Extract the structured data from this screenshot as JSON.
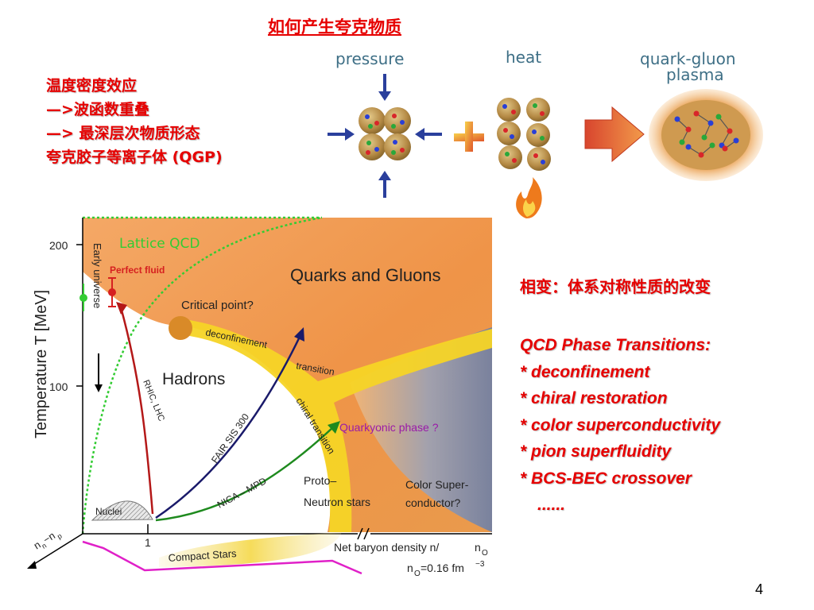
{
  "slide": {
    "title": "如何产生夸克物质",
    "page_number": "4"
  },
  "left_notes": [
    "温度密度效应",
    "—>波函数重叠",
    "—> 最深层次物质形态",
    "夸克胶子等离子体 (QGP)"
  ],
  "qgp_illustration": {
    "pressure_label": "pressure",
    "heat_label": "heat",
    "qgp_label_line1": "quark-gluon",
    "qgp_label_line2": "plasma"
  },
  "phase_diagram": {
    "y_axis_label": "Temperature T [MeV]",
    "y_tick_200": "200",
    "y_tick_100": "100",
    "x_tick_1": "1",
    "lattice_qcd": "Lattice  QCD",
    "perfect_fluid": "Perfect fluid",
    "early_universe": "Early universe",
    "quarks_and_gluons": "Quarks and Gluons",
    "critical_point": "Critical point?",
    "deconfinement": "deconfinement",
    "transition": "transition",
    "hadrons": "Hadrons",
    "rhic_lhc": "RHIC, LHC",
    "fair_sis": "FAIR SIS 300",
    "chiral_transition": "chiral transition",
    "quarkyonic": "Quarkyonic phase ?",
    "nica_mpd": "NICA – MPD",
    "proto_neutron_1": "Proto–",
    "proto_neutron_2": "Neutron stars",
    "color_super_1": "Color Super-",
    "color_super_2": "conductor?",
    "nuclei": "Nuclei",
    "nn_np": "n",
    "compact_stars": "Compact  Stars",
    "net_baryon_density": "Net baryon density n/",
    "n0_label": "n",
    "n0_def": "n",
    "n0_value": "=0.16 fm",
    "n0_sub": "O",
    "n0_exp": "−3"
  },
  "right_notes": {
    "heading": "相变：体系对称性质的改变",
    "qcd_title": "QCD Phase Transitions:",
    "items": [
      "* deconfinement",
      "* chiral restoration",
      "* color superconductivity",
      "* pion superfluidity",
      "* BCS-BEC crossover"
    ],
    "ellipsis": "......"
  },
  "colors": {
    "accent_red": "#e60000",
    "qgp_orange": "#f08a3c",
    "transition_yellow": "#f4d21e",
    "lattice_green": "#33cc33",
    "quarkyonic_purple": "#9a1aa8",
    "compact_magenta": "#e020c8"
  }
}
